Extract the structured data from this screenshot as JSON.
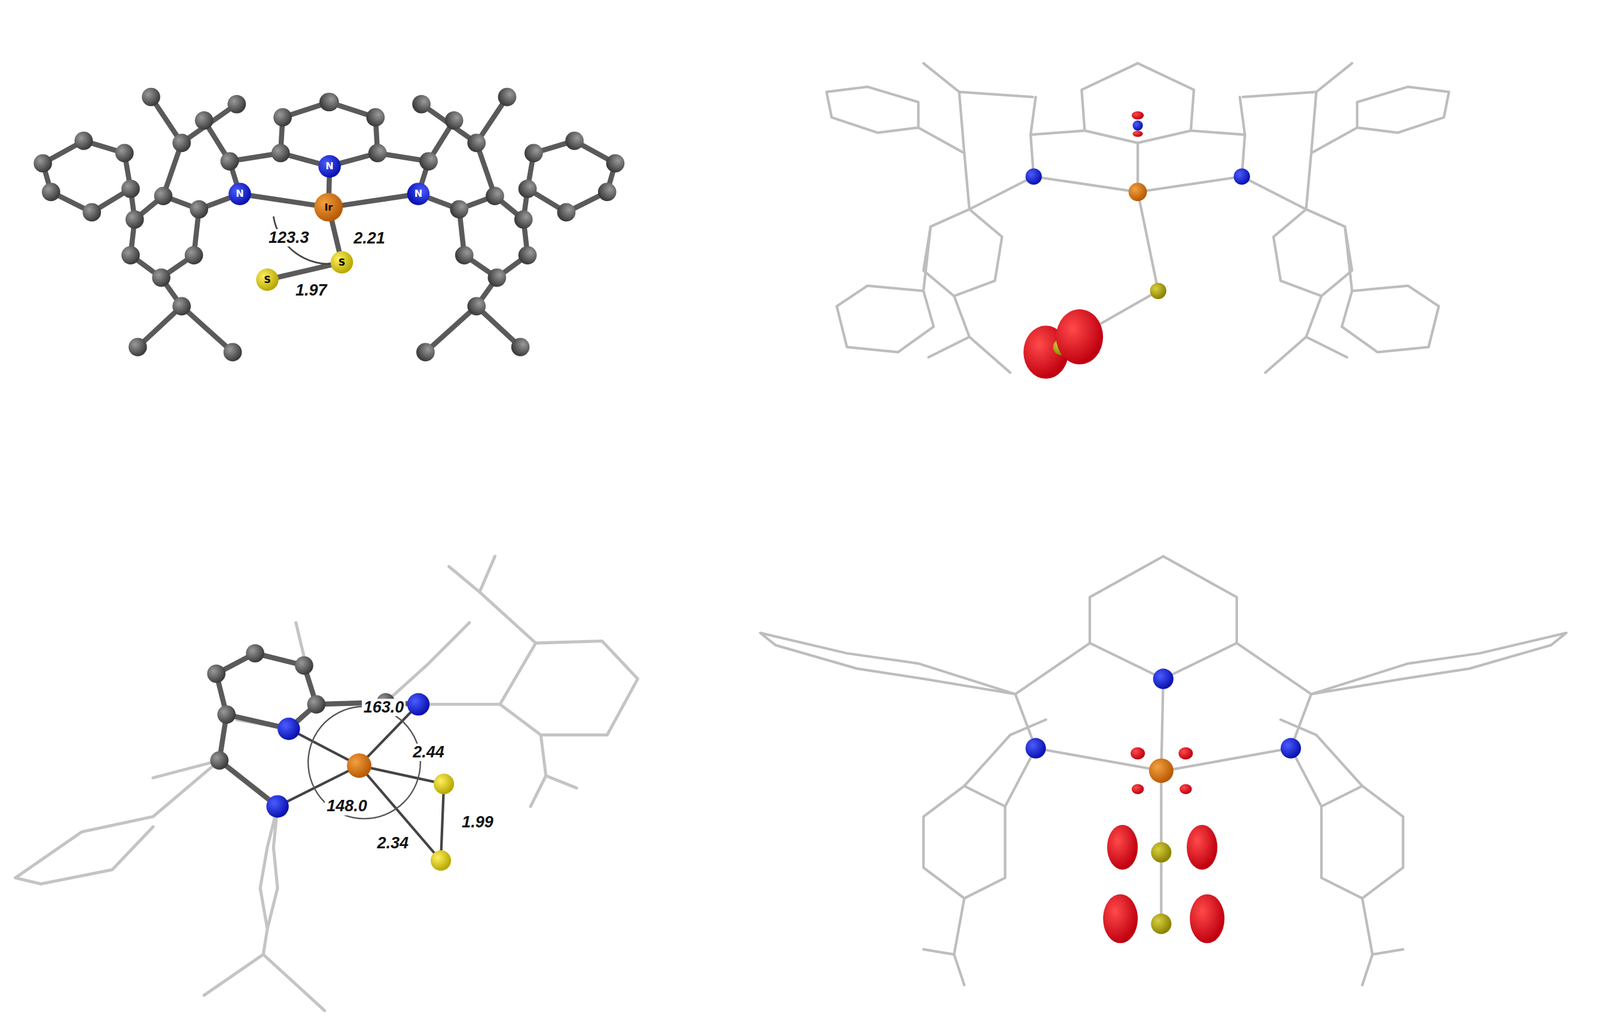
{
  "diagram": {
    "labels": [
      "Ir",
      "N",
      "N",
      "N",
      "S",
      "S",
      "123.3",
      "2.21",
      "1.97",
      "163.0",
      "2.44",
      "148.0",
      "1.99",
      "2.34"
    ]
  }
}
